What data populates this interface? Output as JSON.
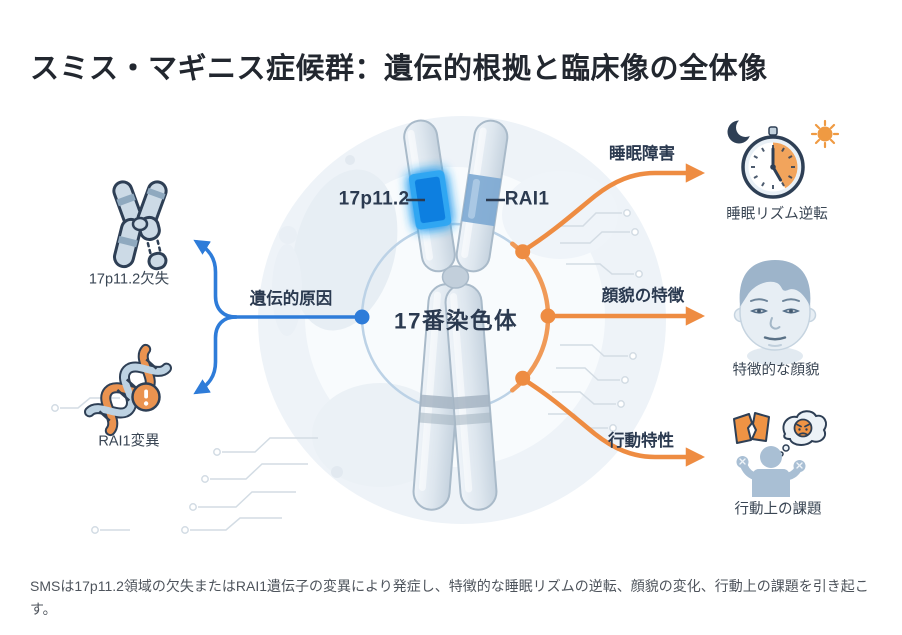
{
  "title": "スミス・マギニス症候群：遺伝的根拠と臨床像の全体像",
  "colors": {
    "blue_accent": "#2e7cd9",
    "orange_accent": "#ee8c42",
    "navy_text": "#2b3a50",
    "glow_blue": "#1e88e5"
  },
  "center": {
    "chromosome_label": "17番染色体",
    "region_label": "17p11.2",
    "gene_label": "RAI1"
  },
  "causes": {
    "branch_label": "遺伝的原因",
    "items": [
      {
        "label": "17p11.2欠失",
        "icon": "chromosome-deletion-icon"
      },
      {
        "label": "RAI1変異",
        "icon": "dna-mutation-icon"
      }
    ]
  },
  "features": {
    "items": [
      {
        "branch_label": "睡眠障害",
        "label": "睡眠リズム逆転",
        "icon": "sleep-clock-icon"
      },
      {
        "branch_label": "顔貌の特徴",
        "label": "特徴的な顔貌",
        "icon": "face-icon"
      },
      {
        "branch_label": "行動特性",
        "label": "行動上の課題",
        "icon": "behavior-icon"
      }
    ]
  },
  "caption": "SMSは17p11.2領域の欠失またはRAI1遺伝子の変異により発症し、特徴的な睡眠リズムの逆転、顔貌の変化、行動上の課題を引き起こす。"
}
